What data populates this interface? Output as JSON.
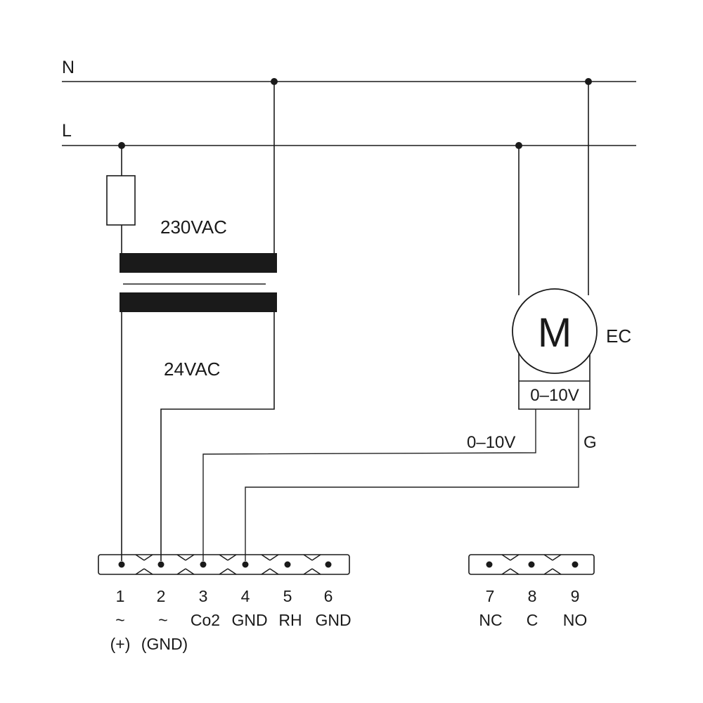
{
  "rails": {
    "neutral": "N",
    "line": "L"
  },
  "transformer": {
    "primary": "230VAC",
    "secondary": "24VAC"
  },
  "motor": {
    "symbol": "M",
    "type": "EC",
    "control_input": "0–10V"
  },
  "signals": {
    "control": "0–10V",
    "ground": "G"
  },
  "terminal_block_a": [
    {
      "num": "1",
      "func": "~",
      "sub": "(+)"
    },
    {
      "num": "2",
      "func": "~",
      "sub": "(GND)"
    },
    {
      "num": "3",
      "func": "Co2",
      "sub": ""
    },
    {
      "num": "4",
      "func": "GND",
      "sub": ""
    },
    {
      "num": "5",
      "func": "RH",
      "sub": ""
    },
    {
      "num": "6",
      "func": "GND",
      "sub": ""
    }
  ],
  "terminal_block_b": [
    {
      "num": "7",
      "func": "NC"
    },
    {
      "num": "8",
      "func": "C"
    },
    {
      "num": "9",
      "func": "NO"
    }
  ]
}
